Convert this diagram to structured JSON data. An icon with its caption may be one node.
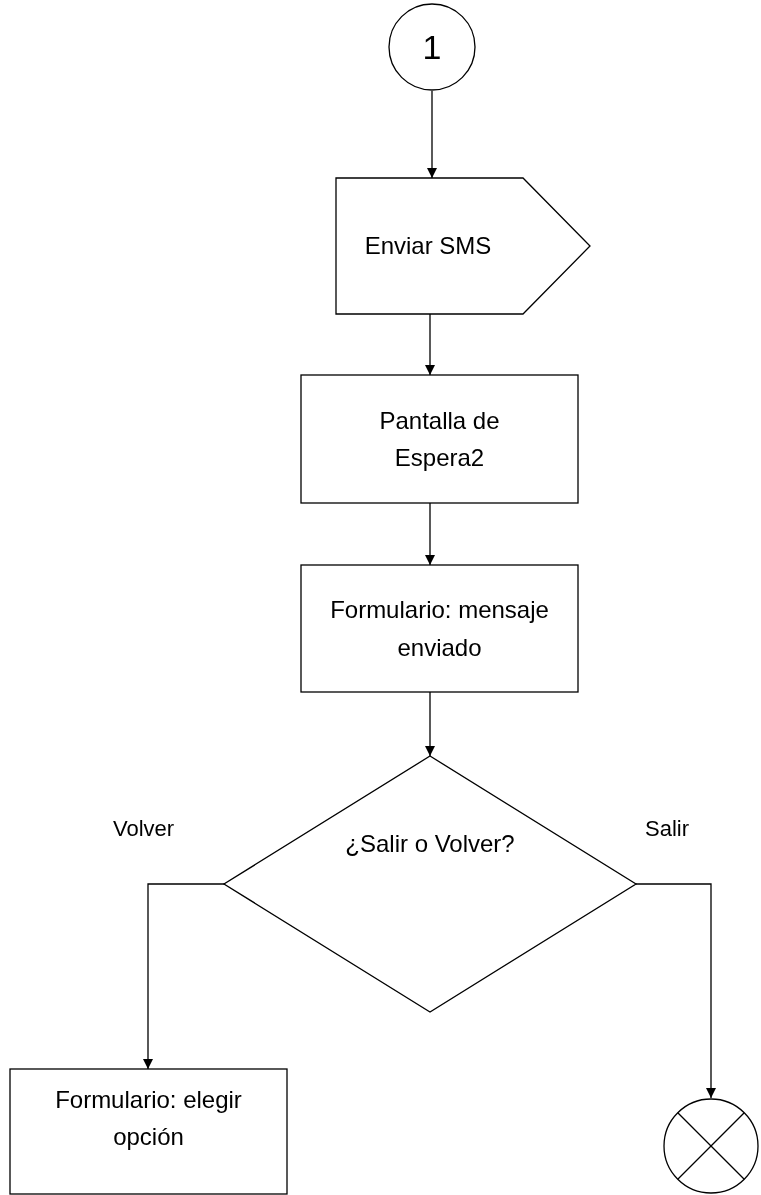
{
  "diagram": {
    "nodes": [
      {
        "text": [
          "1"
        ]
      },
      {
        "text": [
          "Enviar SMS"
        ]
      },
      {
        "text": [
          "Pantalla de Espera2"
        ]
      },
      {
        "text": [
          "Formulario: mensaje enviado"
        ]
      },
      {
        "text": [
          "¿Salir o Volver?"
        ]
      },
      {
        "text": [
          "Formulario: elegir opción"
        ]
      },
      {
        "text": [],
        "shape": "circle"
      }
    ],
    "edges": [
      {
        "from": 0,
        "to": 1,
        "arrow": "to"
      },
      {
        "from": 1,
        "to": 2,
        "arrow": "to"
      },
      {
        "from": 2,
        "to": 3,
        "arrow": "to"
      },
      {
        "from": 3,
        "to": 4,
        "arrow": "to"
      },
      {
        "from": 4,
        "to": 5,
        "arrow": "to",
        "label": "Volver"
      },
      {
        "from": 4,
        "to": 6,
        "arrow": "to",
        "label": "Salir"
      }
    ]
  }
}
